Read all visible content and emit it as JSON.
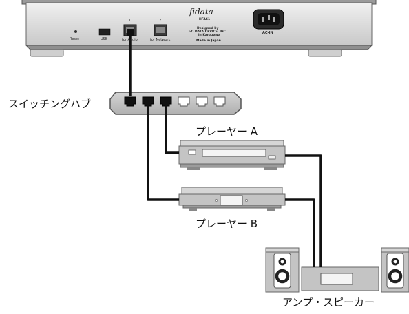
{
  "nas": {
    "brand": "fidata",
    "model": "HFAS1",
    "reset_label": "Reset",
    "usb_label": "USB",
    "port1_number": "1",
    "port2_number": "2",
    "port1_label": "for Audio",
    "port2_label": "for Network",
    "designed_by": "Designed by",
    "maker": "I-O DATA DEVICE, INC.",
    "city": "in Kanazawa",
    "made_in": "Made in Japan",
    "acin_label": "AC-IN"
  },
  "labels": {
    "switching_hub": "スイッチングハブ",
    "player_a": "プレーヤー A",
    "player_b": "プレーヤー B",
    "amp_speaker": "アンプ・スピーカー"
  },
  "colors": {
    "cable": "#111111",
    "device_gray": "#bcbcbc",
    "device_border": "#6d6d6d"
  }
}
